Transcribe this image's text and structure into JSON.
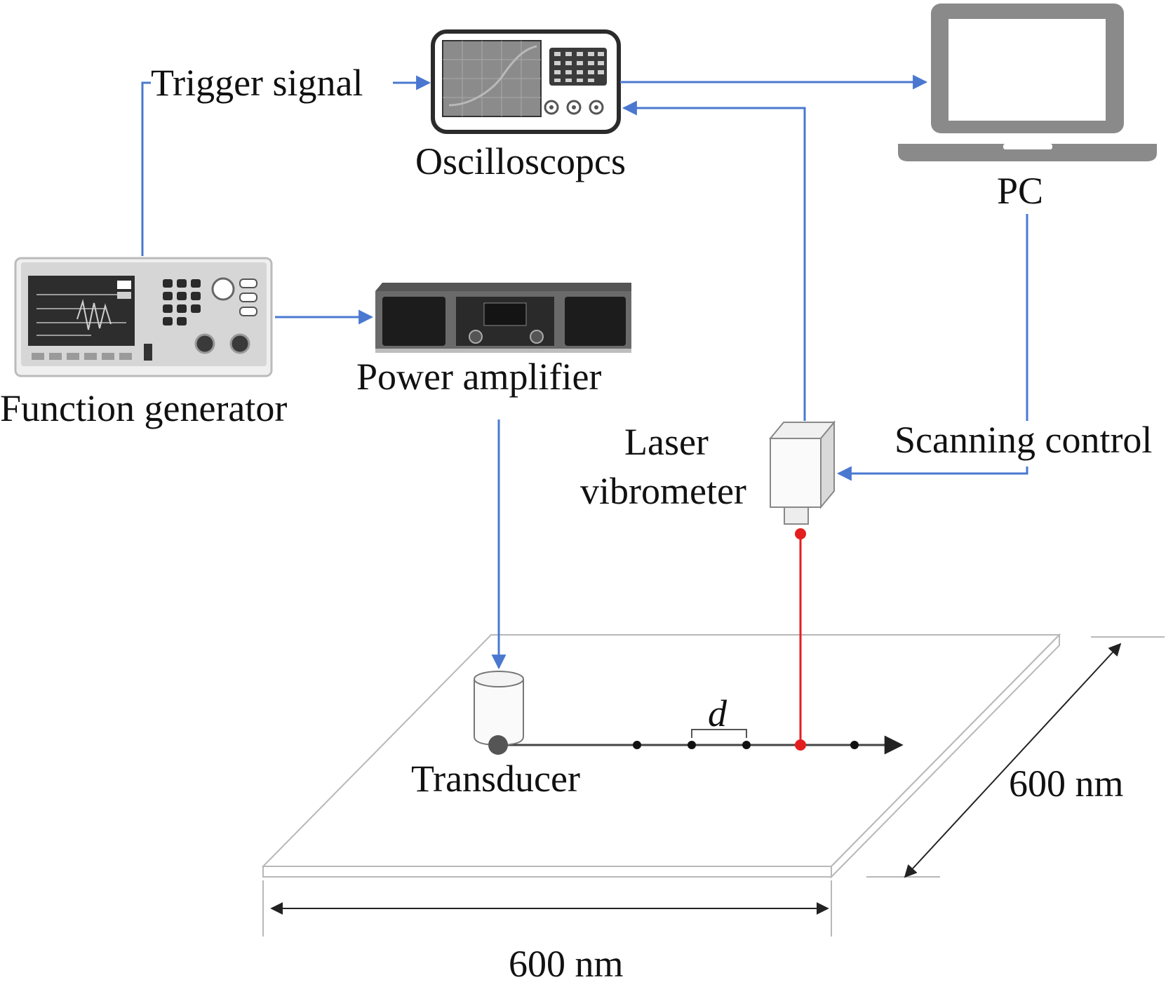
{
  "labels": {
    "trigger_signal": "Trigger signal",
    "oscilloscope": "Oscilloscopcs",
    "pc": "PC",
    "function_generator": "Function generator",
    "power_amplifier": "Power amplifier",
    "laser_line1": "Laser",
    "laser_line2": "vibrometer",
    "scanning_control": "Scanning control",
    "transducer": "Transducer",
    "spacing": "d",
    "dim_width": "600 nm",
    "dim_depth": "600 nm"
  },
  "colors": {
    "signal_line": "#4a78d0",
    "laser_beam": "#e41e1e",
    "device_gray": "#8a8a8a",
    "plate_edge": "#b8b8b8"
  },
  "icons": [
    "oscilloscope-icon",
    "laptop-icon",
    "function-generator-icon",
    "power-amplifier-icon",
    "laser-vibrometer-icon",
    "transducer-icon"
  ]
}
